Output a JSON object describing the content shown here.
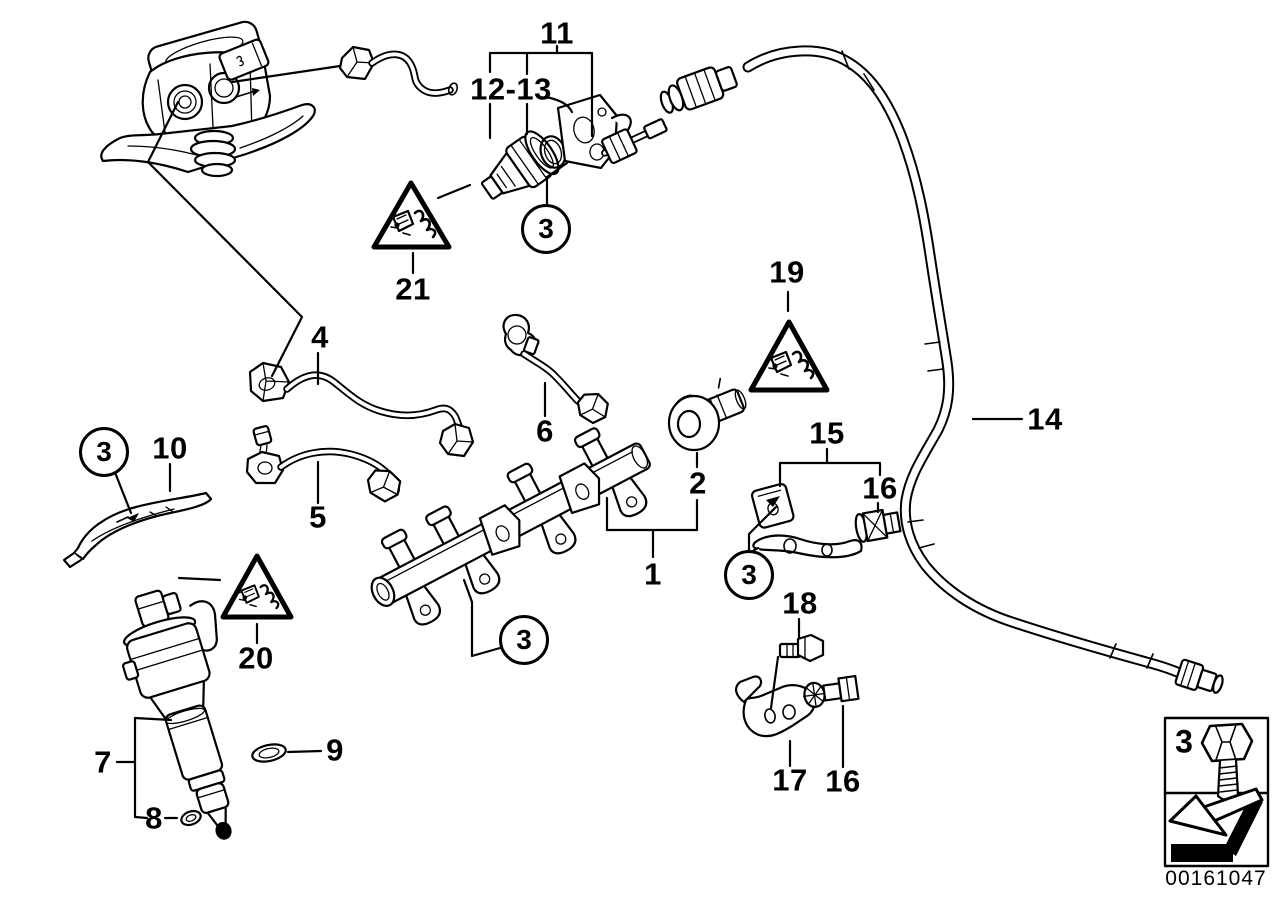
{
  "diagram": {
    "type": "exploded-parts-diagram",
    "subject": "High pressure fuel system: pump, rail, injectors, fuel lines",
    "image_id": "00161047",
    "background_color": "#ffffff",
    "line_color": "#000000",
    "callouts": {
      "c1": "1",
      "c2": "2",
      "c3": "3",
      "c4": "4",
      "c5": "5",
      "c6": "6",
      "c7": "7",
      "c8": "8",
      "c9": "9",
      "c10": "10",
      "c11": "11",
      "c12_13": "12-13",
      "c14": "14",
      "c15": "15",
      "c16": "16",
      "c17": "17",
      "c18": "18",
      "c19": "19",
      "c20": "20",
      "c21": "21"
    },
    "legend": {
      "fastener_qty_label": "3",
      "fastener_icon": "hex-bolt-icon",
      "direction_icon": "direction-arrow-icon"
    },
    "warning_triangles": [
      {
        "near_part": "21",
        "symbol": "injector-spray-warning"
      },
      {
        "near_part": "19",
        "symbol": "injector-spray-warning"
      },
      {
        "near_part": "20",
        "symbol": "injector-spray-warning"
      }
    ]
  }
}
